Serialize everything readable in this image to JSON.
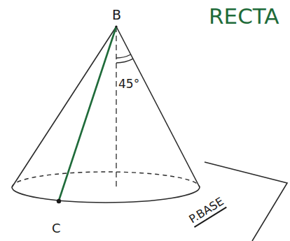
{
  "diagram": {
    "labels": [
      "RECTA",
      "B",
      "C",
      "45°",
      "P.BASE"
    ]
  }
}
